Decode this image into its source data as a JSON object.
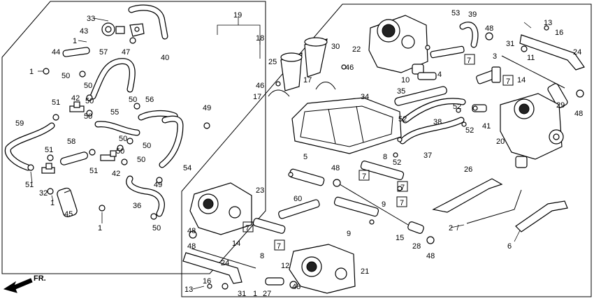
{
  "direction_label": "FR.",
  "labels": {
    "l1a": "1",
    "l1b": "1",
    "l1c": "1",
    "l1d": "1",
    "l1e": "1",
    "l2": "2",
    "l3": "3",
    "l4": "4",
    "l5": "5",
    "l6": "6",
    "l7a": "7",
    "l7b": "7",
    "l7c": "7",
    "l7d": "7",
    "l7e": "7",
    "l7f": "7",
    "l8": "8",
    "l9a": "9",
    "l9b": "9",
    "l10": "10",
    "l11": "11",
    "l12": "12",
    "l13a": "13",
    "l13b": "13",
    "l14a": "14",
    "l14b": "14",
    "l15": "15",
    "l16a": "16",
    "l16b": "16",
    "l17a": "17",
    "l17b": "17",
    "l18": "18",
    "l19": "19",
    "l20": "20",
    "l21": "21",
    "l22": "22",
    "l23": "23",
    "l24a": "24",
    "l24b": "24",
    "l25": "25",
    "l26": "26",
    "l27": "27",
    "l28": "28",
    "l29": "29",
    "l30": "30",
    "l31a": "31",
    "l31b": "31",
    "l32": "32",
    "l33": "33",
    "l34": "34",
    "l35": "35",
    "l36": "36",
    "l37": "37",
    "l38": "38",
    "l39": "39",
    "l40": "40",
    "l41": "41",
    "l42a": "42",
    "l42b": "42",
    "l43": "43",
    "l44": "44",
    "l45": "45",
    "l46a": "46",
    "l46b": "46",
    "l47": "47",
    "l48a": "48",
    "l48b": "48",
    "l48c": "48",
    "l48d": "48",
    "l48e": "48",
    "l48f": "48",
    "l49a": "49",
    "l49b": "49",
    "l50a": "50",
    "l50b": "50",
    "l50c": "50",
    "l50d": "50",
    "l50e": "50",
    "l50f": "50",
    "l50g": "50",
    "l51a": "51",
    "l51b": "51",
    "l51c": "51",
    "l51d": "51",
    "l52a": "52",
    "l52b": "52",
    "l52c": "52",
    "l52d": "52",
    "l53": "53",
    "l54": "54",
    "l55": "55",
    "l56": "56",
    "l57": "57",
    "l58": "58",
    "l59": "59",
    "l60": "60"
  }
}
